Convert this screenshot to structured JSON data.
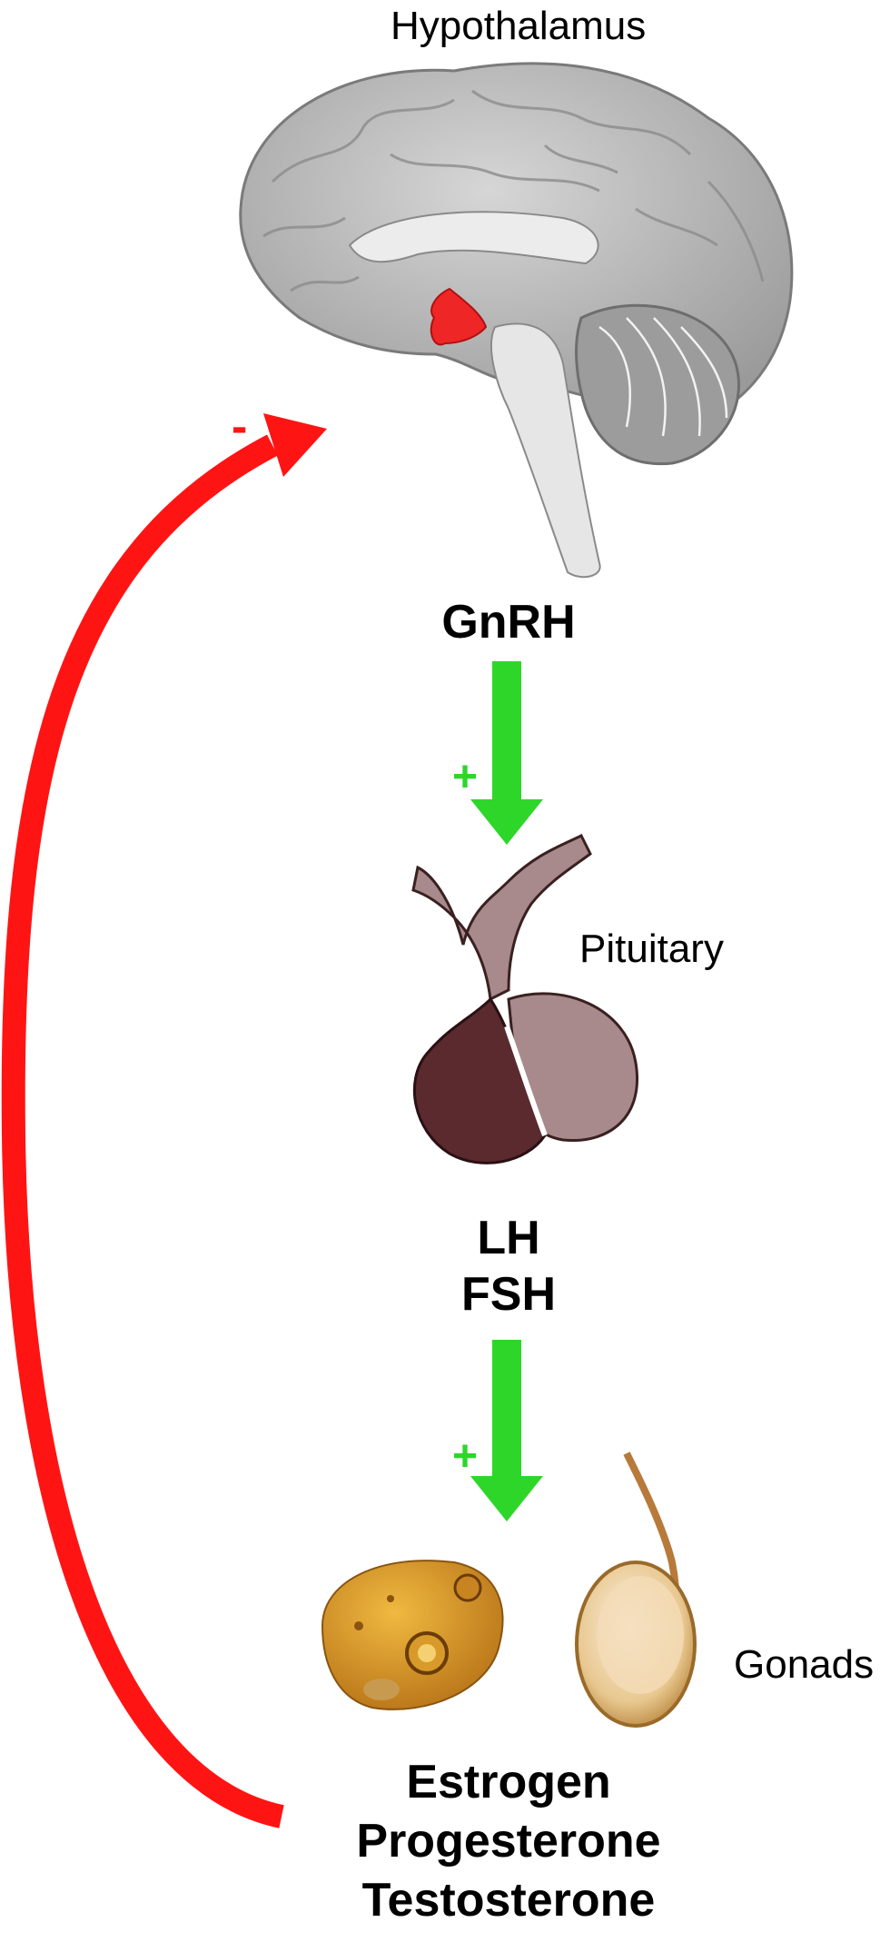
{
  "organs": {
    "hypothalamus": "Hypothalamus",
    "pituitary": "Pituitary",
    "gonads": "Gonads"
  },
  "hormones": {
    "gnrh": "GnRH",
    "lh": "LH",
    "fsh": "FSH",
    "estrogen": "Estrogen",
    "progesterone": "Progesterone",
    "testosterone": "Testosterone"
  },
  "signs": {
    "negative": "-",
    "positive_1": "+",
    "positive_2": "+"
  },
  "colors": {
    "stimulation": "#2ed62a",
    "inhibition": "#ff1414",
    "hypothalamus_highlight": "#ef2626",
    "brain_gray": "#b8b8b8",
    "pituitary_dark": "#5a2a2e",
    "pituitary_light": "#a88a8c",
    "ovary": "#d89a2a",
    "testis": "#e8c890"
  }
}
